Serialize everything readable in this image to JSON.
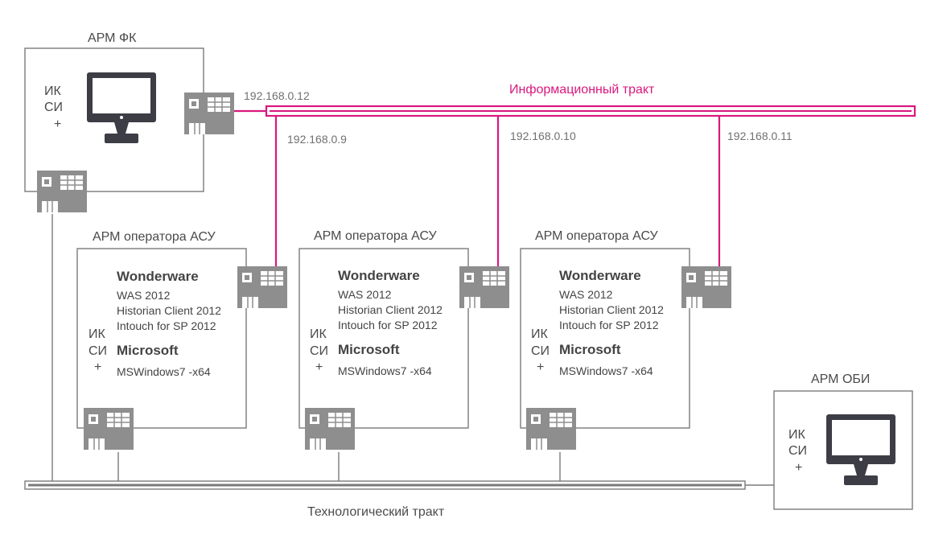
{
  "info_bus": {
    "label": "Информационный тракт",
    "color": "#d9187e"
  },
  "tech_bus": {
    "label": "Технологический тракт",
    "color": "#7a7a7a"
  },
  "arm_fk": {
    "title": "АРМ ФК",
    "iksi": [
      "ИК",
      "СИ",
      "+"
    ],
    "ip": "192.168.0.12",
    "icon": "monitor-icon"
  },
  "operators": [
    {
      "title": "АРМ оператора АСУ",
      "ip": "192.168.0.9",
      "vendor1": "Wonderware",
      "software": [
        "WAS 2012",
        "Historian Client 2012",
        "Intouch for SP 2012"
      ],
      "vendor2": "Microsoft",
      "os": "MSWindows7 -x64",
      "iksi": [
        "ИК",
        "СИ",
        "+"
      ]
    },
    {
      "title": "АРМ оператора АСУ",
      "ip": "192.168.0.10",
      "vendor1": "Wonderware",
      "software": [
        "WAS 2012",
        "Historian Client 2012",
        "Intouch for SP 2012"
      ],
      "vendor2": "Microsoft",
      "os": "MSWindows7 -x64",
      "iksi": [
        "ИК",
        "СИ",
        "+"
      ]
    },
    {
      "title": "АРМ оператора АСУ",
      "ip": "192.168.0.11",
      "vendor1": "Wonderware",
      "software": [
        "WAS 2012",
        "Historian Client 2012",
        "Intouch for SP 2012"
      ],
      "vendor2": "Microsoft",
      "os": "MSWindows7 -x64",
      "iksi": [
        "ИК",
        "СИ",
        "+"
      ]
    }
  ],
  "arm_obi": {
    "title": "АРМ ОБИ",
    "iksi": [
      "ИК",
      "СИ",
      "+"
    ],
    "icon": "monitor-icon"
  }
}
